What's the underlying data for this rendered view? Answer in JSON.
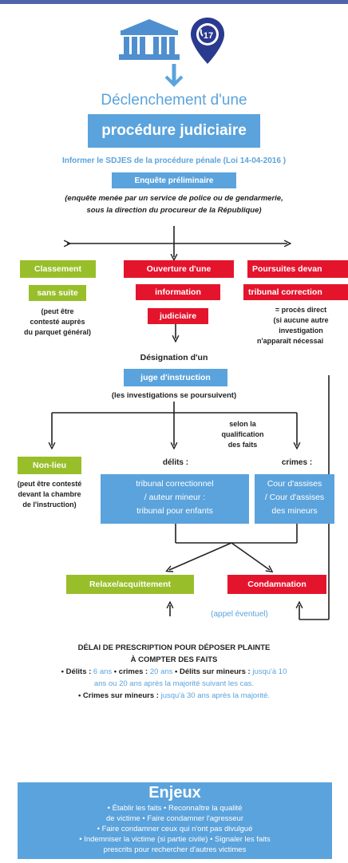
{
  "header": {
    "police_badge_number": "17",
    "title_line1": "Déclenchement d'une",
    "title_line2": "procédure judiciaire"
  },
  "info_line": "Informer le SDJES de la procédure pénale  (Loi 14-04-2016 )",
  "enquete": {
    "label": "Enquête préliminaire",
    "desc1": "(enquête menée par un service de police ou de gendarmerie,",
    "desc2": "sous la direction du procureur de la République)"
  },
  "classement": {
    "label1": "Classement",
    "label2": "sans suite",
    "note": [
      "(peut être",
      "contesté auprès",
      "du parquet général)"
    ]
  },
  "ouverture": {
    "label1": "Ouverture d'une",
    "label2": "information",
    "label3": "judiciaire"
  },
  "poursuites": {
    "label1": "Poursuites devan",
    "label2": "tribunal correction",
    "note": [
      "= procès direct",
      "(si aucune autre",
      "investigation",
      "n'apparaît nécessai"
    ]
  },
  "designation": {
    "text": "Désignation d'un",
    "juge": "juge d'instruction",
    "suite": "(les investigations se poursuivent)"
  },
  "qualification": [
    "selon la",
    "qualification",
    "des faits"
  ],
  "nonlieu": {
    "label": "Non-lieu",
    "note": [
      "(peut être contesté",
      "devant la chambre",
      "de l'instruction)"
    ]
  },
  "delits": {
    "title": "délits :",
    "box": [
      "tribunal correctionnel",
      "/ auteur mineur :",
      "tribunal pour enfants"
    ]
  },
  "crimes": {
    "title": "crimes :",
    "box": [
      "Cour d'assises",
      "/ Cour d'assises",
      "des mineurs"
    ]
  },
  "relaxe": "Relaxe/acquittement",
  "condamnation": "Condamnation",
  "appel": "(appel éventuel)",
  "prescription": {
    "title1": "DÉLAI DE PRESCRIPTION POUR DÉPOSER PLAINTE",
    "title2": "À COMPTER DES FAITS",
    "l1_bullet1": "• ",
    "l1_delits": "Délits : ",
    "l1_delits_val": "6 ans",
    "l1_sep1": " • ",
    "l1_crimes": "crimes : ",
    "l1_crimes_val": "20 ans",
    "l1_sep2": " • ",
    "l1_mineurs": "Délits sur mineurs : ",
    "l1_mineurs_val": "jusqu'à 10",
    "l2": "ans ou 20 ans après la majorité suivant les cas.",
    "l3_bullet": "• ",
    "l3_label": "Crimes sur mineurs : ",
    "l3_val": "jusqu'à 30 ans après la majorité."
  },
  "enjeux": {
    "title": "Enjeux",
    "lines": [
      "• Établir les faits • Reconnaître la qualité",
      "de victime • Faire condamner l'agresseur",
      "• Faire condamner ceux qui n'ont pas divulgué",
      "• Indemniser la victime (si partie civile) • Signaler les faits",
      "prescrits pour rechercher d'autres victimes"
    ]
  },
  "colors": {
    "blue": "#5ba3dc",
    "green": "#98bf2a",
    "red": "#e5142d",
    "navy": "#2a3a8f"
  }
}
